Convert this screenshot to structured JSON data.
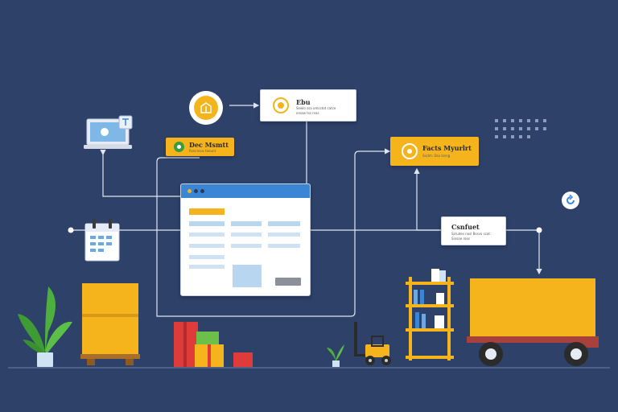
{
  "colors": {
    "background": "#2e4169",
    "accent": "#f5b41c",
    "line": "#dfe6f2",
    "window_header": "#3a86d4",
    "list_blue": "#b9d6f0",
    "truck_red": "#a8413b"
  },
  "nodes": {
    "top_card": {
      "title": "Ebu",
      "subtitle": "Sewlo ssa omcstot catce",
      "subtitle2": "onsae tss rsas",
      "icon": "clock-icon"
    },
    "left_card": {
      "title": "Dec Msmtt",
      "subtitle": "Rsncnsos toeunt",
      "icon": "leaf-icon"
    },
    "right_card": {
      "title": "Facts Myurlrt",
      "subtitle": "Ssclm: Dso lsnng",
      "icon": "sun-icon"
    },
    "small_card": {
      "title": "Csnfuet",
      "subtitle": "Szrudes nosl Bssvo scat",
      "subtitle2": "Sinsoe roos"
    }
  },
  "icons": [
    "laptop-icon",
    "calendar-icon",
    "box-icon",
    "refresh-icon",
    "plant-icon",
    "forklift-icon",
    "shelf-icon",
    "truck-icon"
  ]
}
